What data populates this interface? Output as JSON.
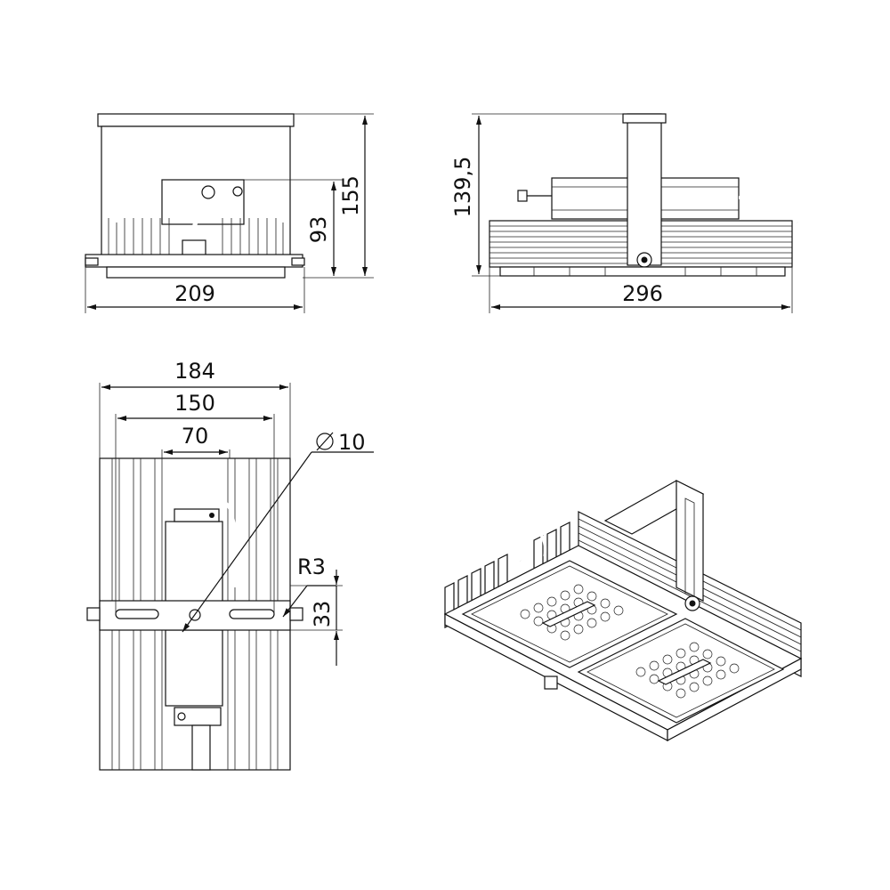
{
  "drawing": {
    "front_view": {
      "width_label": "209",
      "height_label": "155",
      "inner_height_label": "93"
    },
    "side_view": {
      "width_label": "296",
      "height_label": "139,5"
    },
    "top_view": {
      "width_outer_label": "184",
      "width_mid_label": "150",
      "width_inner_label": "70",
      "hole_label": "10",
      "radius_label": "R3",
      "bracket_height_label": "33"
    }
  }
}
